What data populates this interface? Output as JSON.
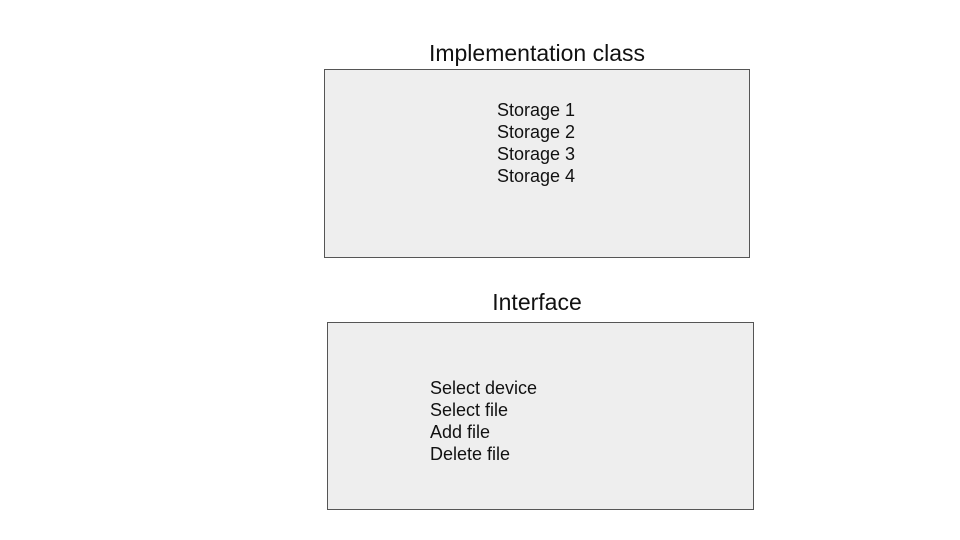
{
  "implementation": {
    "title": "Implementation class",
    "items": [
      {
        "label": "Storage 1"
      },
      {
        "label": "Storage 2"
      },
      {
        "label": "Storage 3"
      },
      {
        "label": "Storage 4"
      }
    ]
  },
  "interface": {
    "title": "Interface",
    "items": [
      {
        "label": "Select device"
      },
      {
        "label": "Select file"
      },
      {
        "label": "Add file"
      },
      {
        "label": "Delete file"
      }
    ]
  }
}
